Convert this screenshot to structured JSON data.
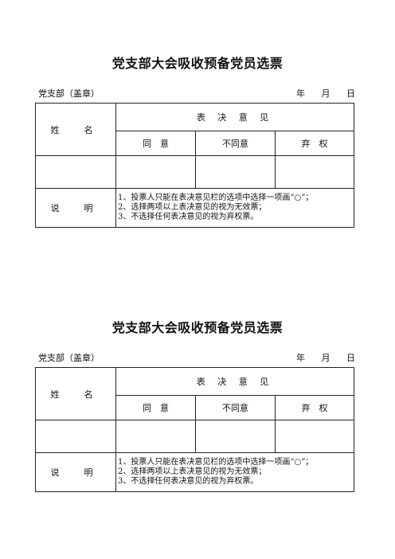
{
  "ballots": [
    {
      "title": "党支部大会吸收预备党员选票",
      "org_label": "党支部（盖章）",
      "date": {
        "year": "年",
        "month": "月",
        "day": "日"
      },
      "table": {
        "name_header": "姓　名",
        "vote_header": "表 决 意 见",
        "options": [
          "同　意",
          "不同意",
          "弃　权"
        ],
        "explain_label": "说　明",
        "notes": [
          "1、投票人只能在表决意见栏的选项中选择一项画“○”；",
          "2、选择两项以上表决意见的视为无效票；",
          "3、不选择任何表决意见的视为弃权票。"
        ]
      }
    },
    {
      "title": "党支部大会吸收预备党员选票",
      "org_label": "党支部（盖章）",
      "date": {
        "year": "年",
        "month": "月",
        "day": "日"
      },
      "table": {
        "name_header": "姓　名",
        "vote_header": "表 决 意 见",
        "options": [
          "同　意",
          "不同意",
          "弃　权"
        ],
        "explain_label": "说　明",
        "notes": [
          "1、投票人只能在表决意见栏的选项中选择一项画“○”；",
          "2、选择两项以上表决意见的视为无效票；",
          "3、不选择任何表决意见的视为弃权票。"
        ]
      }
    }
  ]
}
